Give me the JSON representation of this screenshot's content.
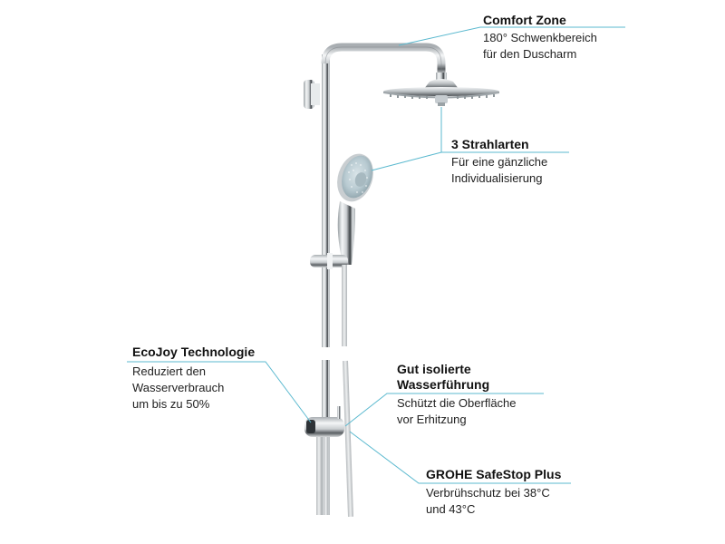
{
  "image": {
    "subject": "chrome shower system with overhead rain shower, hand shower, slide rail and thermostat connector",
    "accent_color": "#5bb9cf",
    "background": "#ffffff"
  },
  "callouts": [
    {
      "id": "comfort-zone",
      "title": "Comfort Zone",
      "desc": [
        "180° Schwenkbereich",
        "für den Duscharm"
      ]
    },
    {
      "id": "strahlarten",
      "title": "3 Strahlarten",
      "desc": [
        "Für eine gänzliche",
        "Individualisierung"
      ]
    },
    {
      "id": "ecojoy",
      "title": "EcoJoy Technologie",
      "desc": [
        "Reduziert den",
        "Wasserverbrauch",
        "um bis zu 50%"
      ]
    },
    {
      "id": "isolierte",
      "title": [
        "Gut isolierte",
        "Wasserführung"
      ],
      "desc": [
        "Schützt die Oberfläche",
        "vor Erhitzung"
      ]
    },
    {
      "id": "safestop",
      "title": "GROHE SafeStop Plus",
      "desc": [
        "Verbrühschutz bei 38°C",
        "und 43°C"
      ]
    }
  ]
}
